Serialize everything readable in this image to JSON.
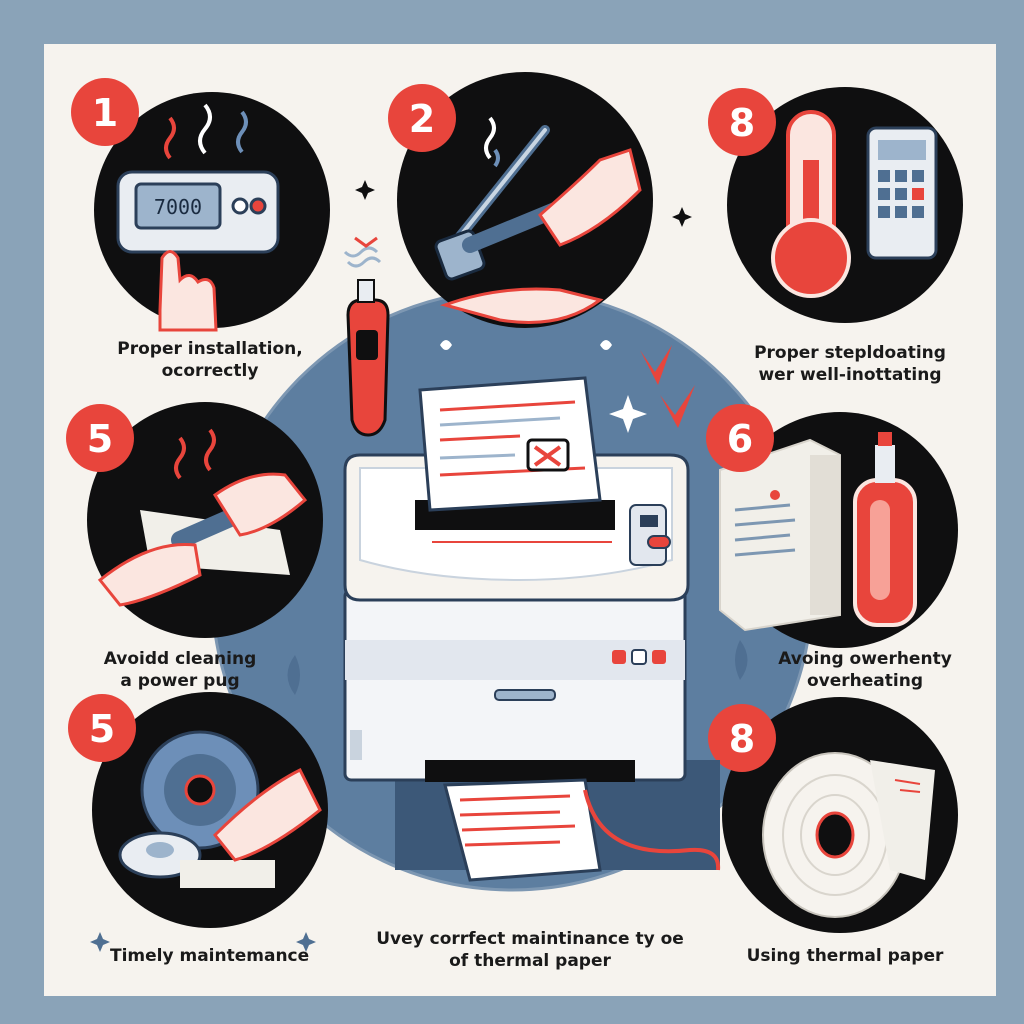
{
  "colors": {
    "background": "#8aa3b8",
    "card": "#f6f3ee",
    "accent_red": "#e8453c",
    "circle_dark": "#0f0f10",
    "printer_blue": "#4f6f92",
    "backdrop_blue": "#5d7ea0"
  },
  "steps": [
    {
      "number": "1",
      "icon": "control-panel-icon",
      "lines": [
        "Proper installation,",
        "ocorrectly"
      ]
    },
    {
      "number": "2",
      "icon": "cleaning-pen-icon",
      "lines": []
    },
    {
      "number": "8",
      "icon": "thermometer-icon",
      "lines": [
        "Proper stepldoating",
        "wer well-inottating"
      ]
    },
    {
      "number": "5",
      "icon": "power-plug-icon",
      "lines": [
        "Avoidd cleaning",
        "a power pug"
      ]
    },
    {
      "number": "6",
      "icon": "cleaner-bottle-icon",
      "lines": [
        "Avoing owerhenty",
        "overheating"
      ]
    },
    {
      "number": "5",
      "icon": "tape-roll-icon",
      "lines": [
        "Timely maintemance"
      ]
    },
    {
      "number": "8",
      "icon": "thermal-paper-roll-icon",
      "lines": [
        "Using thermal paper"
      ]
    }
  ],
  "center_caption": [
    "Uvey corrfect maintinance ty oe",
    "of thermal paper"
  ],
  "panel_display": "7000"
}
